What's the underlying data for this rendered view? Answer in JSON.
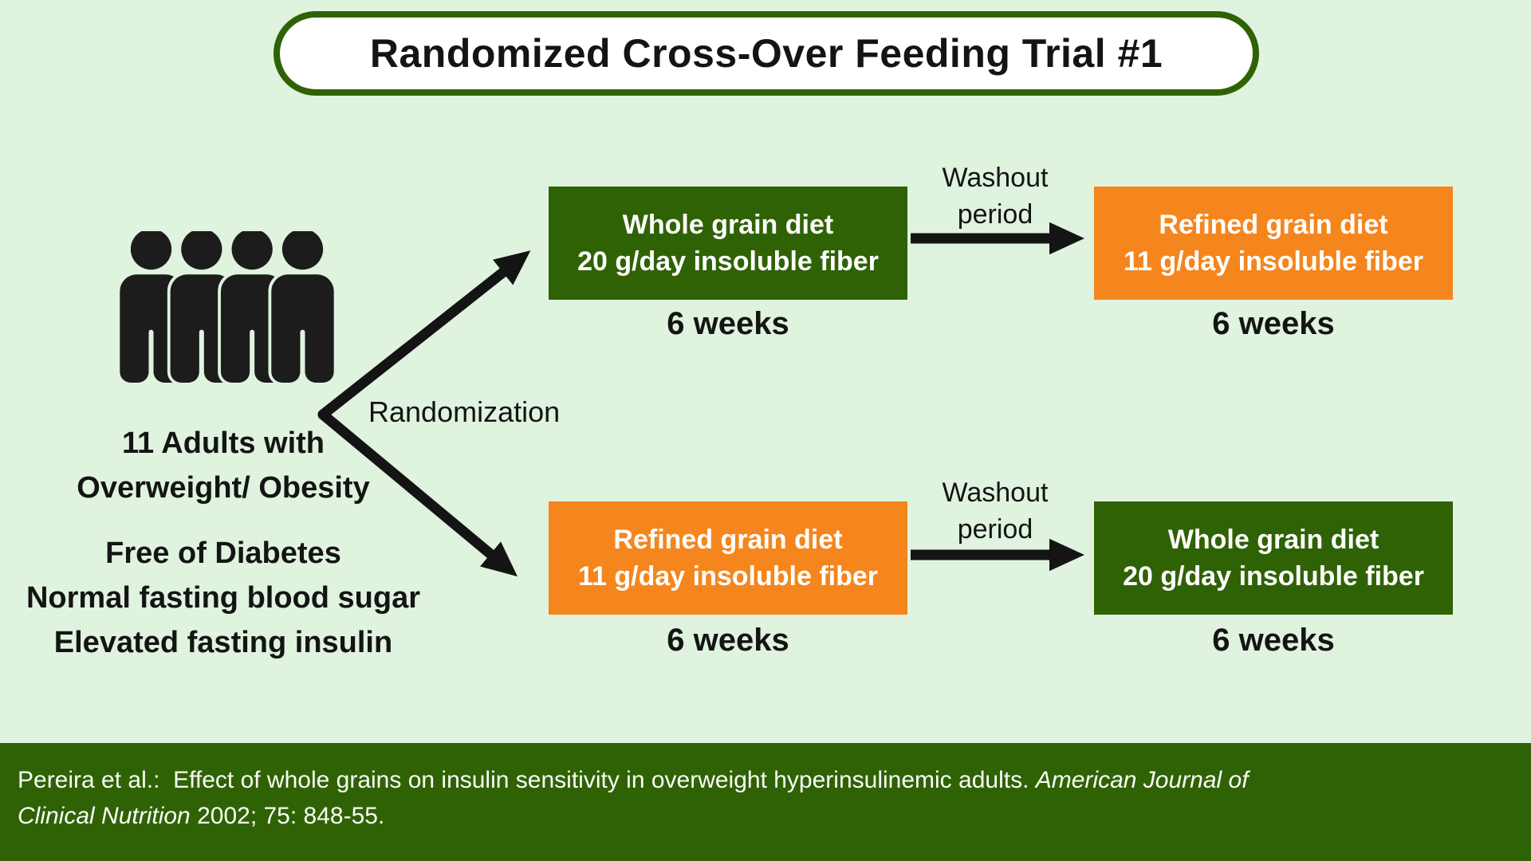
{
  "title": "Randomized Cross-Over Feeding Trial #1",
  "population": {
    "count_line1": "11 Adults with",
    "count_line2": "Overweight/ Obesity",
    "criteria": [
      "Free of Diabetes",
      "Normal fasting blood sugar",
      "Elevated fasting insulin"
    ]
  },
  "labels": {
    "randomization": "Randomization",
    "washout_line1": "Washout",
    "washout_line2": "period",
    "duration": "6 weeks"
  },
  "arms": {
    "whole_grain": {
      "title": "Whole grain diet",
      "subtitle": "20 g/day insoluble fiber"
    },
    "refined_grain": {
      "title": "Refined grain diet",
      "subtitle": "11 g/day insoluble fiber"
    }
  },
  "footer": {
    "line1_plain": "Pereira et al.:  Effect of whole grains on insulin sensitivity in overweight hyperinsulinemic adults. ",
    "line1_italic": "American Journal of",
    "line2_italic": "Clinical Nutrition",
    "line2_plain": " 2002; 75: 848-55."
  },
  "colors": {
    "background": "#DFF3DE",
    "dark_green": "#2F6205",
    "orange": "#F5851D",
    "text_black": "#141414",
    "box_text": "#FFFFFF"
  },
  "icons": {
    "people_group": "four-person-silhouette",
    "flow_arrows": "black-branch-and-crossover-arrows"
  }
}
